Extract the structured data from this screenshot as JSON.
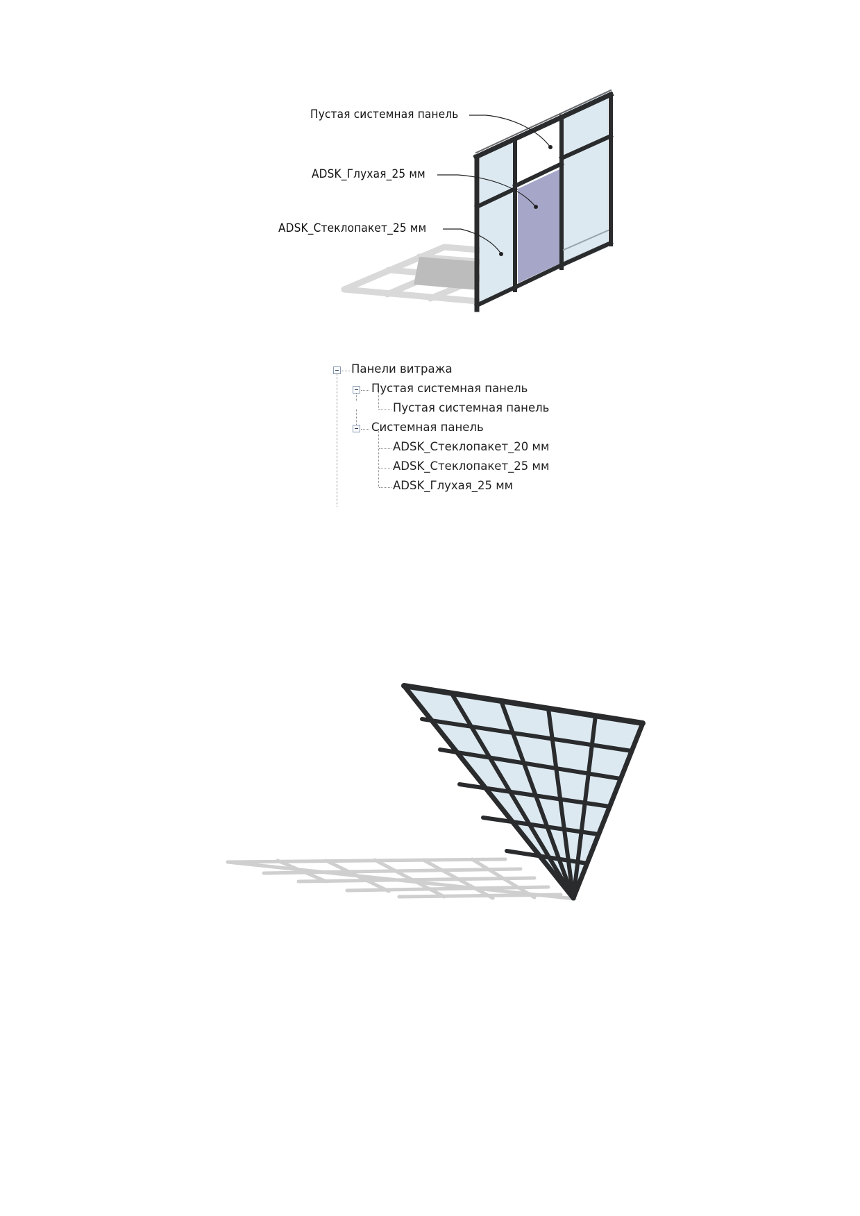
{
  "callouts": {
    "empty_panel": "Пустая системная панель",
    "solid_panel": "ADSK_Глухая_25 мм",
    "glazed_panel": "ADSK_Стеклопакет_25 мм"
  },
  "tree": {
    "root": "Панели витража",
    "groups": [
      {
        "label": "Пустая системная панель",
        "children": [
          "Пустая системная панель"
        ]
      },
      {
        "label": "Системная панель",
        "children": [
          "ADSK_Стеклопакет_20 мм",
          "ADSK_Стеклопакет_25 мм",
          "ADSK_Глухая_25 мм"
        ]
      }
    ]
  },
  "colors": {
    "glass": "#dce9f1",
    "solid_panel": "#a6a7c8",
    "frame": "#2a2b2d",
    "shadow": "#d6d6d6",
    "shadow_dark": "#bdbdbd"
  }
}
